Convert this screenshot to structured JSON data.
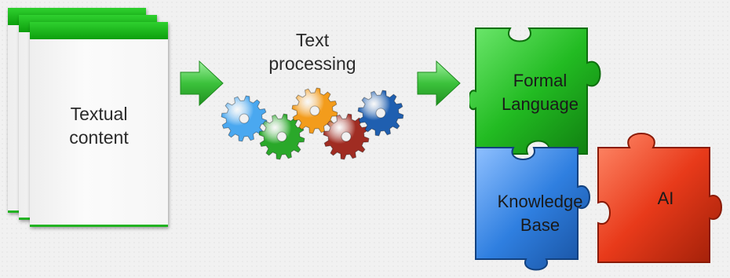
{
  "diagram": {
    "documents_label": [
      "Textual",
      "content"
    ],
    "processing_label": [
      "Text",
      "processing"
    ],
    "pieces": {
      "formal_language": [
        "Formal",
        "Language"
      ],
      "knowledge_base": [
        "Knowledge",
        "Base"
      ],
      "ai": [
        "AI"
      ]
    },
    "colors": {
      "green": "#22bb22",
      "blue": "#2f7fe0",
      "red": "#e83a1a",
      "gear_light_blue": "#4aa8f0",
      "gear_green": "#2aa82a",
      "gear_orange": "#f39c1c",
      "gear_red": "#a02c22",
      "gear_dark_blue": "#1f5fb0"
    },
    "icons": [
      "document-stack-icon",
      "arrow-right-icon",
      "gear-icon",
      "puzzle-piece-icon"
    ]
  }
}
